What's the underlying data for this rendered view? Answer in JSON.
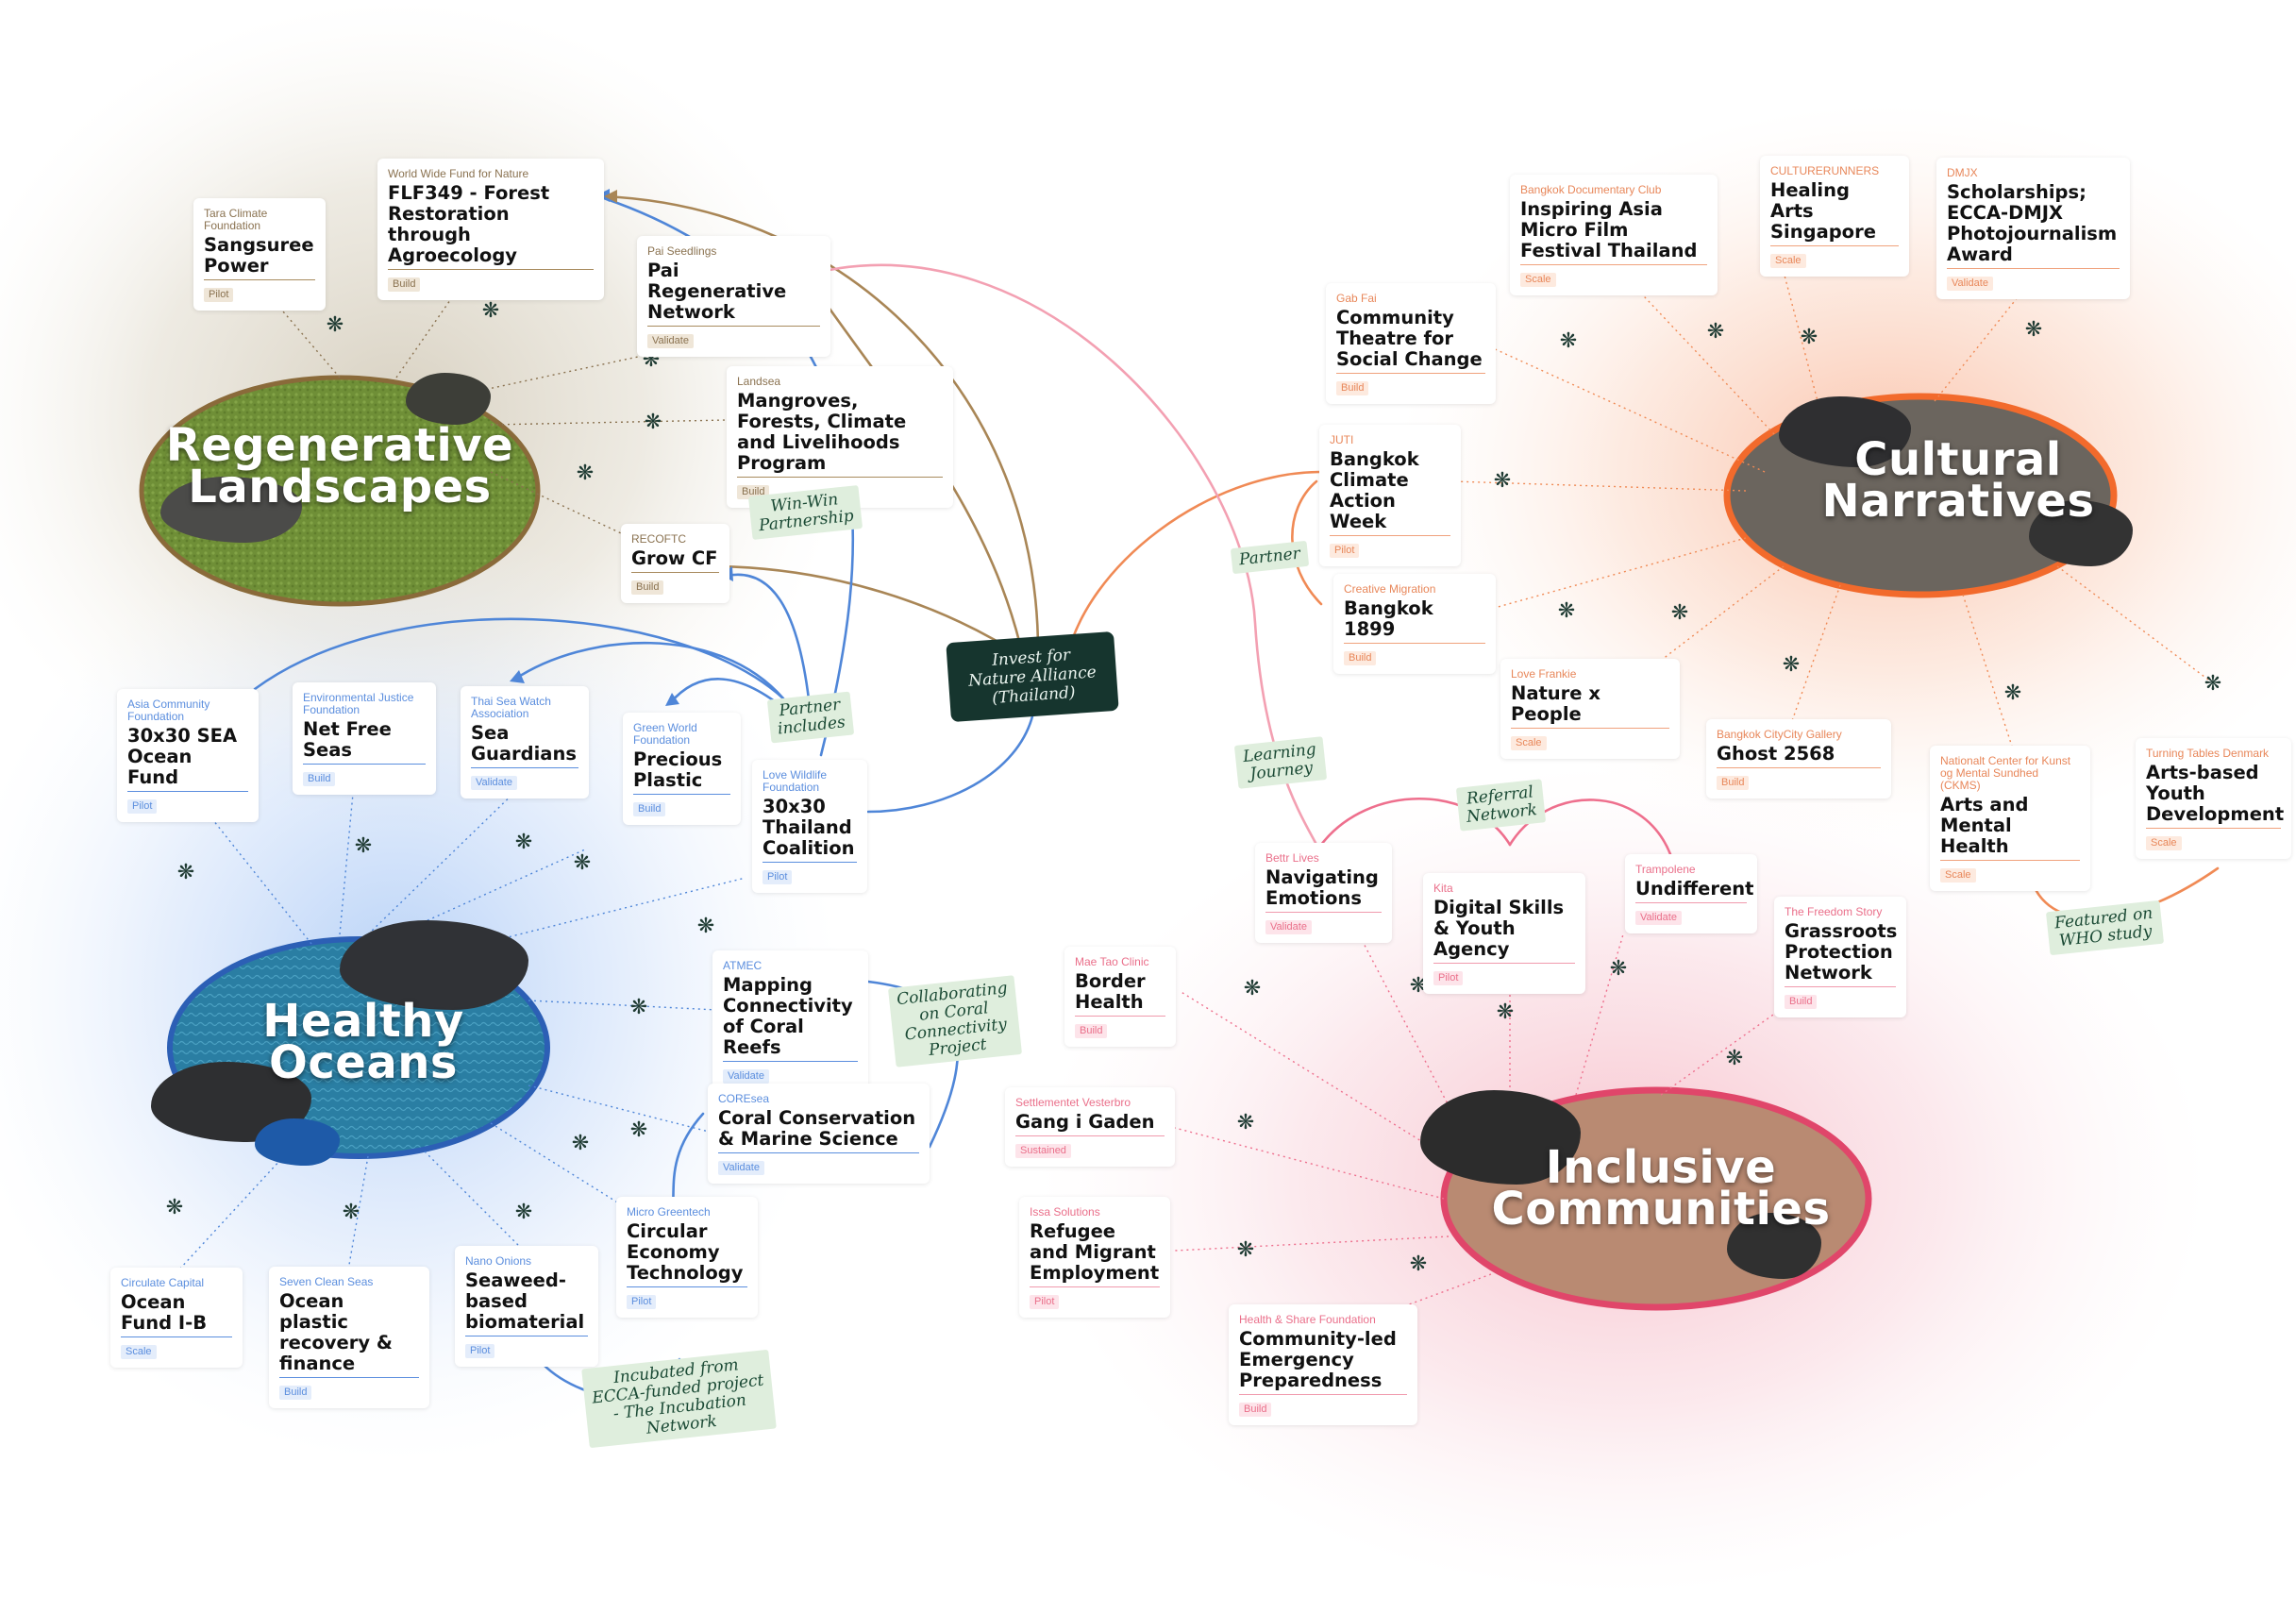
{
  "hubs": {
    "landscapes": {
      "label": "Regenerative Landscapes",
      "color": "#7a9a3f"
    },
    "oceans": {
      "label": "Healthy Oceans",
      "color": "#2e7fa3"
    },
    "culture": {
      "label": "Cultural Narratives",
      "color": "#5a5652"
    },
    "communities": {
      "label": "Inclusive Communities",
      "color": "#b17a64"
    }
  },
  "colors": {
    "landscape": "#a88b5e",
    "ocean": "#4f86d8",
    "culture": "#f08a55",
    "community": "#ee6f8d",
    "ink": "#1b4a35"
  },
  "cards": {
    "sangsuree": {
      "org": "Tara Climate Foundation",
      "title": "Sangsuree Power",
      "stage": "Pilot"
    },
    "flf349": {
      "org": "World Wide Fund for Nature",
      "title": "FLF349 - Forest Restoration through Agroecology",
      "stage": "Build"
    },
    "pai": {
      "org": "Pai Seedlings",
      "title": "Pai Regenerative Network",
      "stage": "Validate"
    },
    "mangroves": {
      "org": "Landsea",
      "title": "Mangroves, Forests, Climate and Livelihoods Program",
      "stage": "Build"
    },
    "growcf": {
      "org": "RECOFTC",
      "title": "Grow CF",
      "stage": "Build"
    },
    "asia30x30": {
      "org": "Asia Community Foundation",
      "title": "30x30 SEA Ocean Fund",
      "stage": "Pilot"
    },
    "netfree": {
      "org": "Environmental Justice Foundation",
      "title": "Net Free Seas",
      "stage": "Build"
    },
    "seaguardians": {
      "org": "Thai Sea Watch Association",
      "title": "Sea Guardians",
      "stage": "Validate"
    },
    "precious": {
      "org": "Green World Foundation",
      "title": "Precious Plastic",
      "stage": "Build"
    },
    "thai30x30": {
      "org": "Love Wildlife Foundation",
      "title": "30x30 Thailand Coalition",
      "stage": "Pilot"
    },
    "mapping": {
      "org": "ATMEC",
      "title": "Mapping Connectivity of Coral Reefs",
      "stage": "Validate"
    },
    "coral": {
      "org": "COREsea",
      "title": "Coral Conservation & Marine Science",
      "stage": "Validate"
    },
    "circular": {
      "org": "Micro Greentech",
      "title": "Circular Economy Technology",
      "stage": "Pilot"
    },
    "seaweed": {
      "org": "Nano Onions",
      "title": "Seaweed-based biomaterial",
      "stage": "Pilot"
    },
    "oceanplastic": {
      "org": "Seven Clean Seas",
      "title": "Ocean plastic recovery & finance",
      "stage": "Build"
    },
    "oceanfund": {
      "org": "Circulate Capital",
      "title": "Ocean Fund I-B",
      "stage": "Scale"
    },
    "inspiring": {
      "org": "Bangkok Documentary Club",
      "title": "Inspiring Asia Micro Film Festival Thailand",
      "stage": "Scale"
    },
    "healingarts": {
      "org": "CULTURERUNNERS",
      "title": "Healing Arts Singapore",
      "stage": "Scale"
    },
    "scholarships": {
      "org": "DMJX",
      "title": "Scholarships; ECCA-DMJX Photojournalism Award",
      "stage": "Validate"
    },
    "community_theatre": {
      "org": "Gab Fai",
      "title": "Community Theatre for Social Change",
      "stage": "Build"
    },
    "bcaw": {
      "org": "JUTI",
      "title": "Bangkok Climate Action Week",
      "stage": "Pilot"
    },
    "bangkok1899": {
      "org": "Creative Migration",
      "title": "Bangkok 1899",
      "stage": "Build"
    },
    "naturexpeople": {
      "org": "Love Frankie",
      "title": "Nature x People",
      "stage": "Scale"
    },
    "ghost": {
      "org": "Bangkok CityCity Gallery",
      "title": "Ghost 2568",
      "stage": "Build"
    },
    "artsmental": {
      "org": "Nationalt Center for Kunst og Mental Sundhed (CKMS)",
      "title": "Arts and Mental Health",
      "stage": "Scale"
    },
    "artsyouth": {
      "org": "Turning Tables Denmark",
      "title": "Arts-based Youth Development",
      "stage": "Scale"
    },
    "emotions": {
      "org": "Bettr Lives",
      "title": "Navigating Emotions",
      "stage": "Validate"
    },
    "digital": {
      "org": "Kita",
      "title": "Digital Skills & Youth Agency",
      "stage": "Pilot"
    },
    "undifferent": {
      "org": "Trampolene",
      "title": "Undifferent",
      "stage": "Validate"
    },
    "grassroots": {
      "org": "The Freedom Story",
      "title": "Grassroots Protection Network",
      "stage": "Build"
    },
    "borderhealth": {
      "org": "Mae Tao Clinic",
      "title": "Border Health",
      "stage": "Build"
    },
    "gang": {
      "org": "Settlementet Vesterbro",
      "title": "Gang i Gaden",
      "stage": "Sustained"
    },
    "refugee": {
      "org": "Issa Solutions",
      "title": "Refugee and Migrant Employment",
      "stage": "Pilot"
    },
    "emergency": {
      "org": "Health & Share Foundation",
      "title": "Community-led Emergency Preparedness",
      "stage": "Build"
    }
  },
  "notes": {
    "winwin": "Win-Win\nPartnership",
    "partner_includes": "Partner\nincludes",
    "alliance": "Invest for\nNature Alliance\n(Thailand)",
    "partner": "Partner",
    "learning": "Learning\nJourney",
    "referral": "Referral\nNetwork",
    "collab": "Collaborating\non Coral\nConnectivity\nProject",
    "incubated": "Incubated from\nECCA-funded project\n- The Incubation\nNetwork",
    "who": "Featured on\nWHO study"
  },
  "icons": {
    "connector": "asterisk-icon"
  }
}
